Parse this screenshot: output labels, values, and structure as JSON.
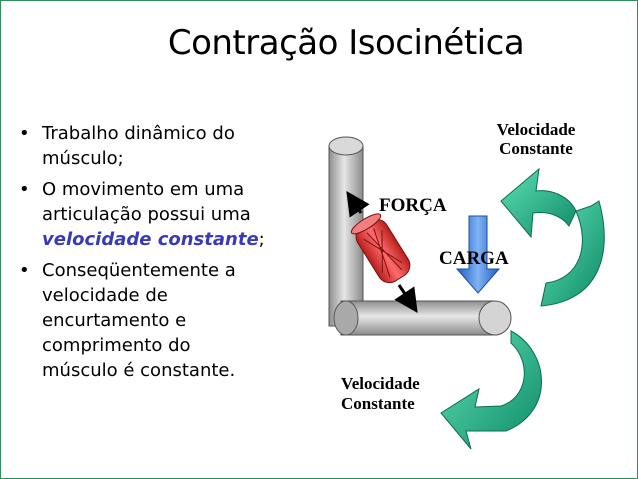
{
  "title": "Contração Isocinética",
  "bullets": [
    {
      "text": "Trabalho dinâmico do músculo;"
    },
    {
      "prefix": "O movimento em uma articulação possui uma ",
      "emphasis": "velocidade constante",
      "suffix": ";"
    },
    {
      "text": "Conseqüentemente a velocidade de encurtamento e comprimento do músculo é constante."
    }
  ],
  "diagram": {
    "velocity_top_line1": "Velocidade",
    "velocity_top_line2": "Constante",
    "force_label": "FORÇA",
    "load_label": "CARGA",
    "velocity_bottom_line1": "Velocidade",
    "velocity_bottom_line2": "Constante"
  },
  "colors": {
    "border": "#2f8f5a",
    "emphasis": "#3a3ab8",
    "arrow_green": "#1fae84",
    "load_arrow_blue": "#3d7fd9",
    "muscle_red": "#e03a3a",
    "bone_gray": "#b9b9b9"
  }
}
